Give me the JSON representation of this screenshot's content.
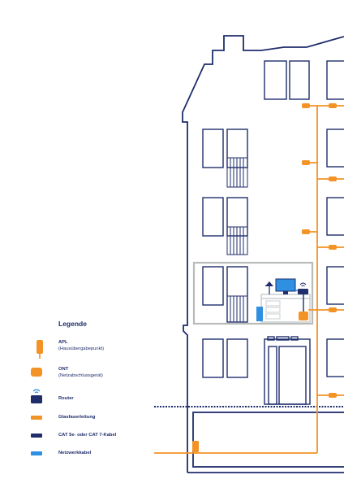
{
  "colors": {
    "outline": "#1f2d6b",
    "fiber": "#f39325",
    "router": "#1f2d6b",
    "network_cable": "#2f8fe0",
    "highlight_box": "#b7bcb8",
    "furniture": "#c9ced0"
  },
  "legend": {
    "title": "Legende",
    "items": [
      {
        "icon": "apl-icon",
        "label": "APL",
        "sublabel": "(Hausübergabepunkt)"
      },
      {
        "icon": "ont-icon",
        "label": "ONT",
        "sublabel": "(Netzabschlussgerät)"
      },
      {
        "icon": "router-icon",
        "label": "Router",
        "sublabel": ""
      },
      {
        "icon": "fiber-line-icon",
        "label": "Glasfaserleitung",
        "sublabel": ""
      },
      {
        "icon": "cat-cable-icon",
        "label": "CAT 5e- oder CAT 7-Kabel",
        "sublabel": ""
      },
      {
        "icon": "network-cable-icon",
        "label": "Netzwerkkabel",
        "sublabel": ""
      }
    ]
  }
}
